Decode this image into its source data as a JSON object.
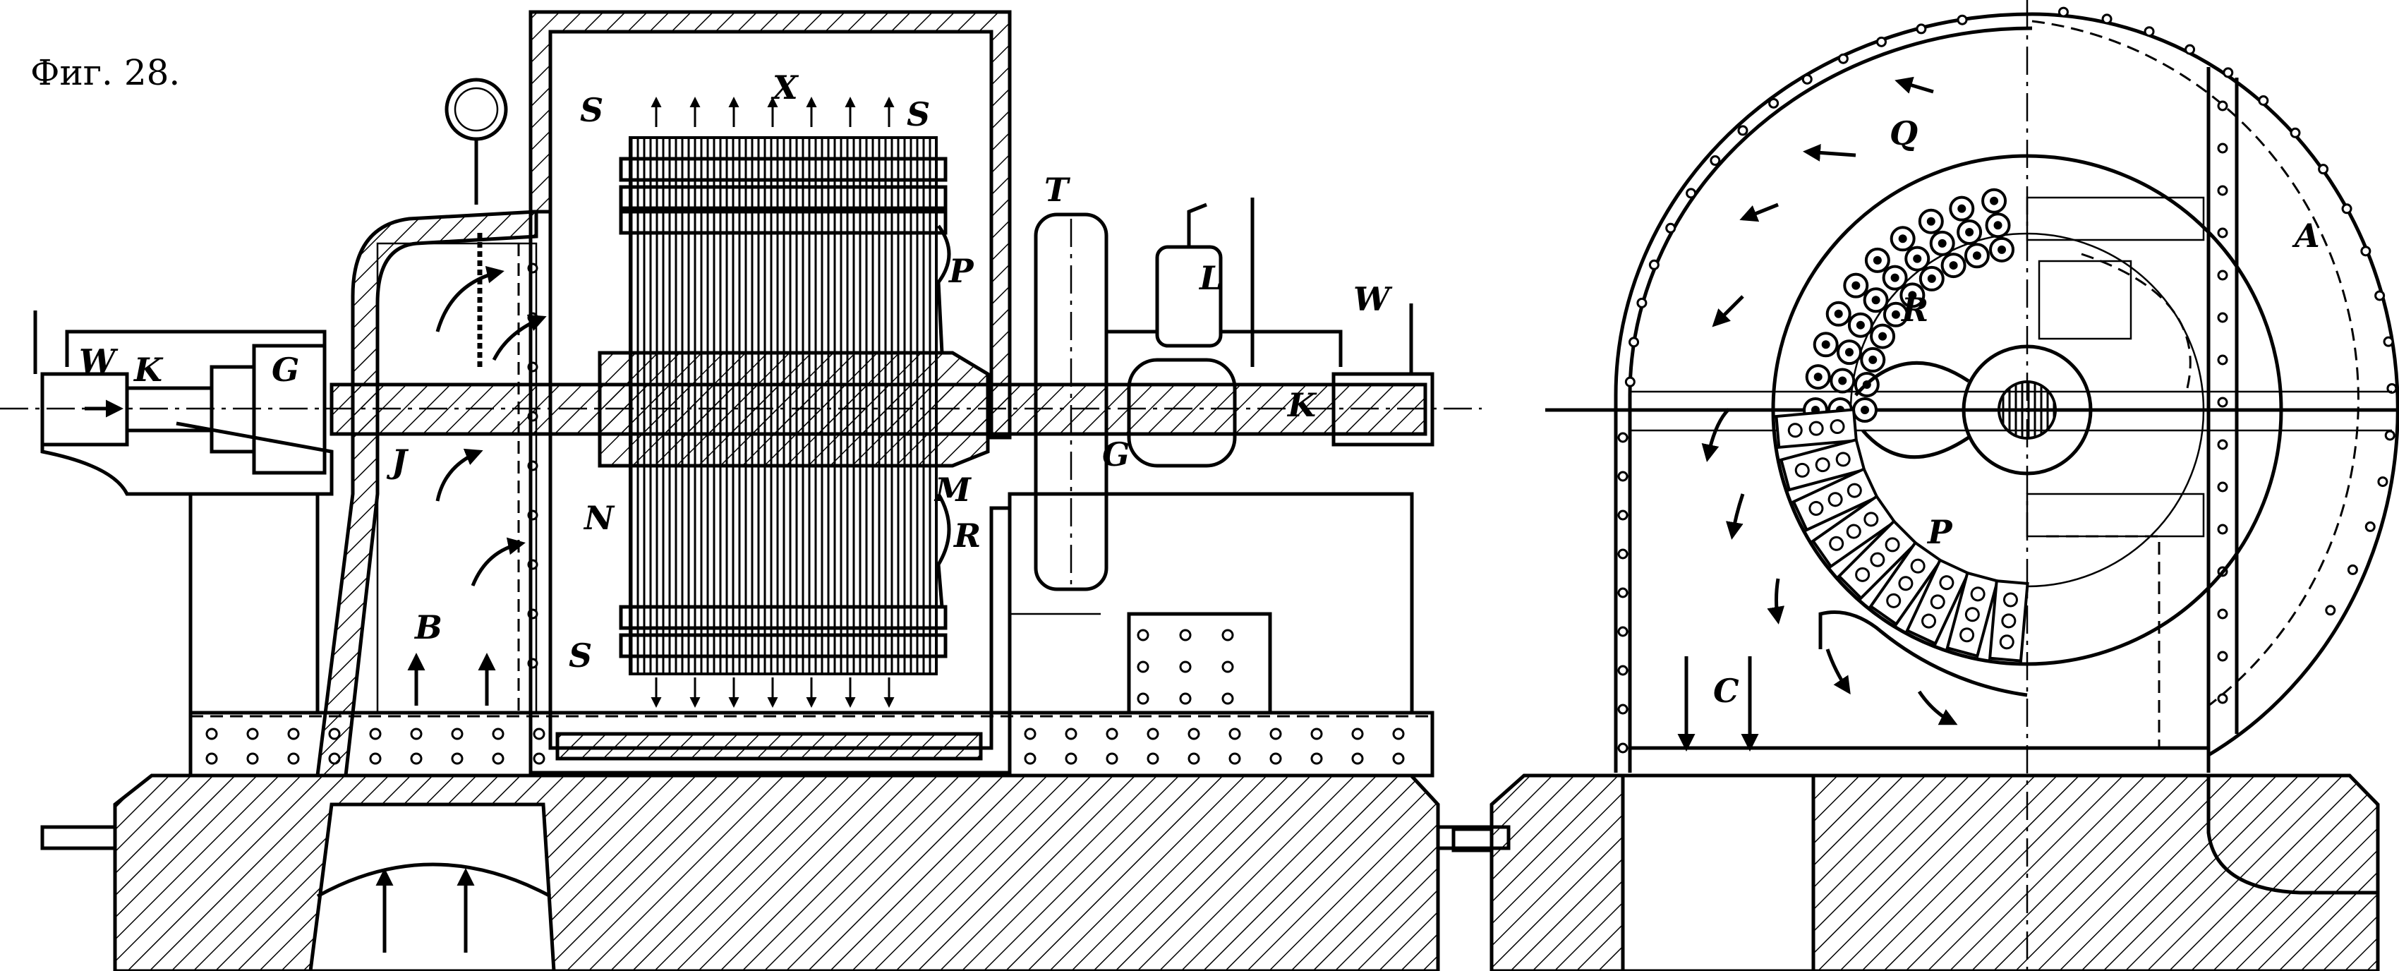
{
  "figure": {
    "title": "Фиг. 28.",
    "side_section_labels": {
      "S_top_left": "S",
      "X": "X",
      "S_top_right": "S",
      "T": "T",
      "L": "L",
      "W_right": "W",
      "W_left": "W",
      "K_left": "K",
      "G_left": "G",
      "K_right": "K",
      "G_right": "G",
      "P": "P",
      "J": "J",
      "M": "M",
      "N": "N",
      "R": "R",
      "B": "B",
      "S_bottom": "S"
    },
    "end_view_labels": {
      "Q": "Q",
      "A": "A",
      "R": "R",
      "P": "P",
      "C": "C"
    }
  }
}
